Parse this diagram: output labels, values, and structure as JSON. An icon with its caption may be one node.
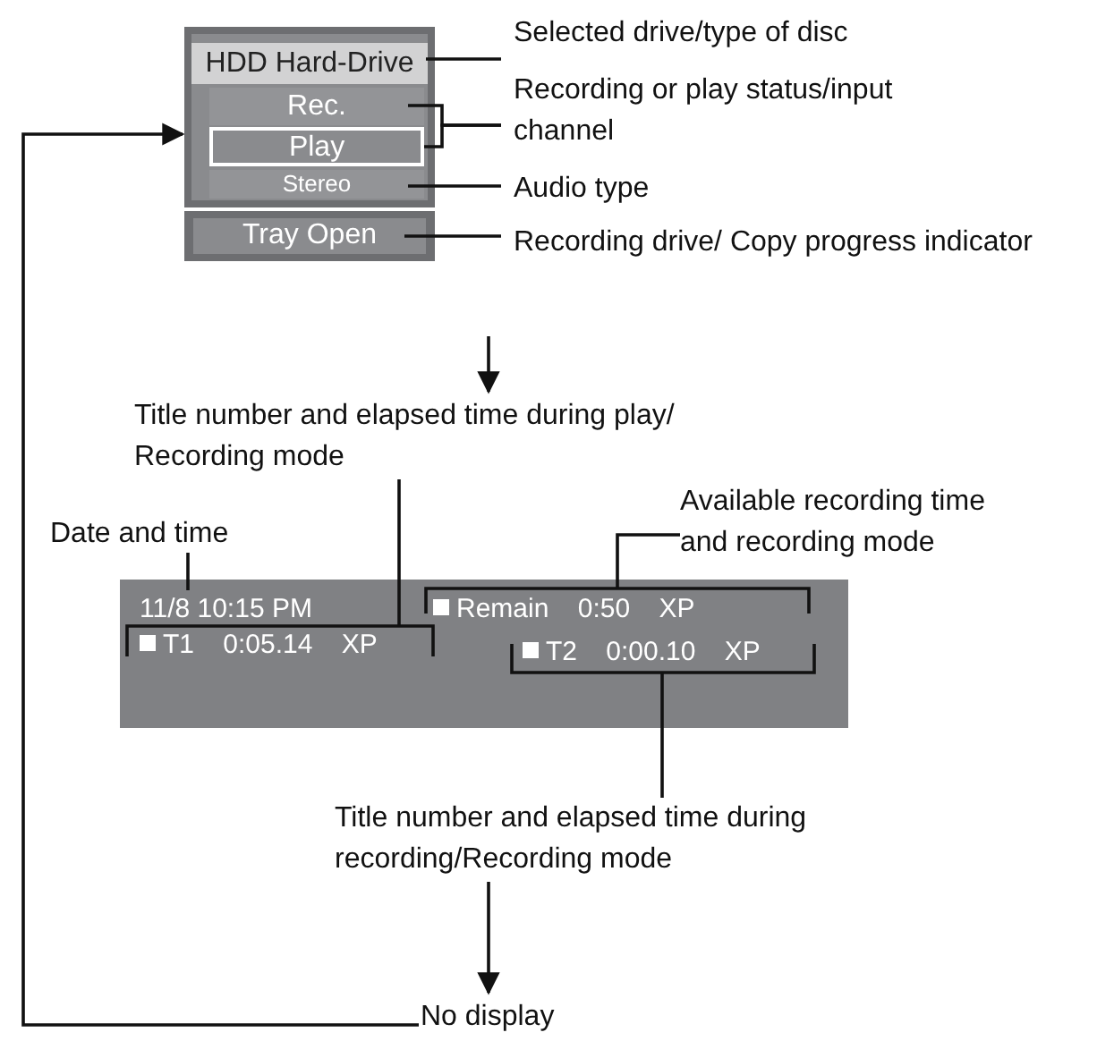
{
  "diagram": {
    "nodes": [
      {
        "text": [],
        "shape": "box"
      },
      {
        "text": [
          "HDD Hard-Drive"
        ],
        "in": 0
      },
      {
        "text": [
          "Rec."
        ],
        "in": 0
      },
      {
        "text": [
          "Play"
        ],
        "in": 0
      },
      {
        "text": [
          "Stereo"
        ],
        "in": 0
      },
      {
        "text": [
          "Tray Open"
        ]
      },
      {
        "text": [
          "Selected drive/type of disc"
        ]
      },
      {
        "text": [
          "Recording or play status/input channel"
        ]
      },
      {
        "text": [
          "Audio type"
        ]
      },
      {
        "text": [
          "Recording drive/ Copy progress indicator"
        ]
      },
      {
        "text": [],
        "shape": "box"
      },
      {
        "text": [
          "11/8 10:15 PM"
        ],
        "in": 10
      },
      {
        "text": [
          "T1 0:05.14 XP"
        ],
        "in": 10
      },
      {
        "text": [
          "Remain 0:50 XP"
        ],
        "in": 10
      },
      {
        "text": [
          "T2 0:00.10 XP"
        ],
        "in": 10
      },
      {
        "text": [
          "Title number and elapsed time during play/ Recording mode"
        ]
      },
      {
        "text": [
          "Date and time"
        ]
      },
      {
        "text": [
          "Available recording time and recording mode"
        ]
      },
      {
        "text": [
          "Title number and elapsed time during recording/Recording mode"
        ]
      },
      {
        "text": [
          "No display"
        ]
      }
    ],
    "edges": [
      {
        "from": 6,
        "to": 1,
        "arrow": "none"
      },
      {
        "from": 7,
        "to": 2,
        "arrow": "none"
      },
      {
        "from": 7,
        "to": 3,
        "arrow": "none"
      },
      {
        "from": 8,
        "to": 4,
        "arrow": "none"
      },
      {
        "from": 9,
        "to": 5,
        "arrow": "none"
      },
      {
        "from": null,
        "to": 15,
        "arrow": "to"
      },
      {
        "from": 16,
        "to": 11,
        "arrow": "none"
      },
      {
        "from": 15,
        "to": 12,
        "arrow": "none"
      },
      {
        "from": 17,
        "to": 13,
        "arrow": "none"
      },
      {
        "from": 18,
        "to": 14,
        "arrow": "none"
      },
      {
        "from": 18,
        "to": 19,
        "arrow": "to"
      },
      {
        "from": 19,
        "to": 0,
        "arrow": "to"
      }
    ]
  }
}
